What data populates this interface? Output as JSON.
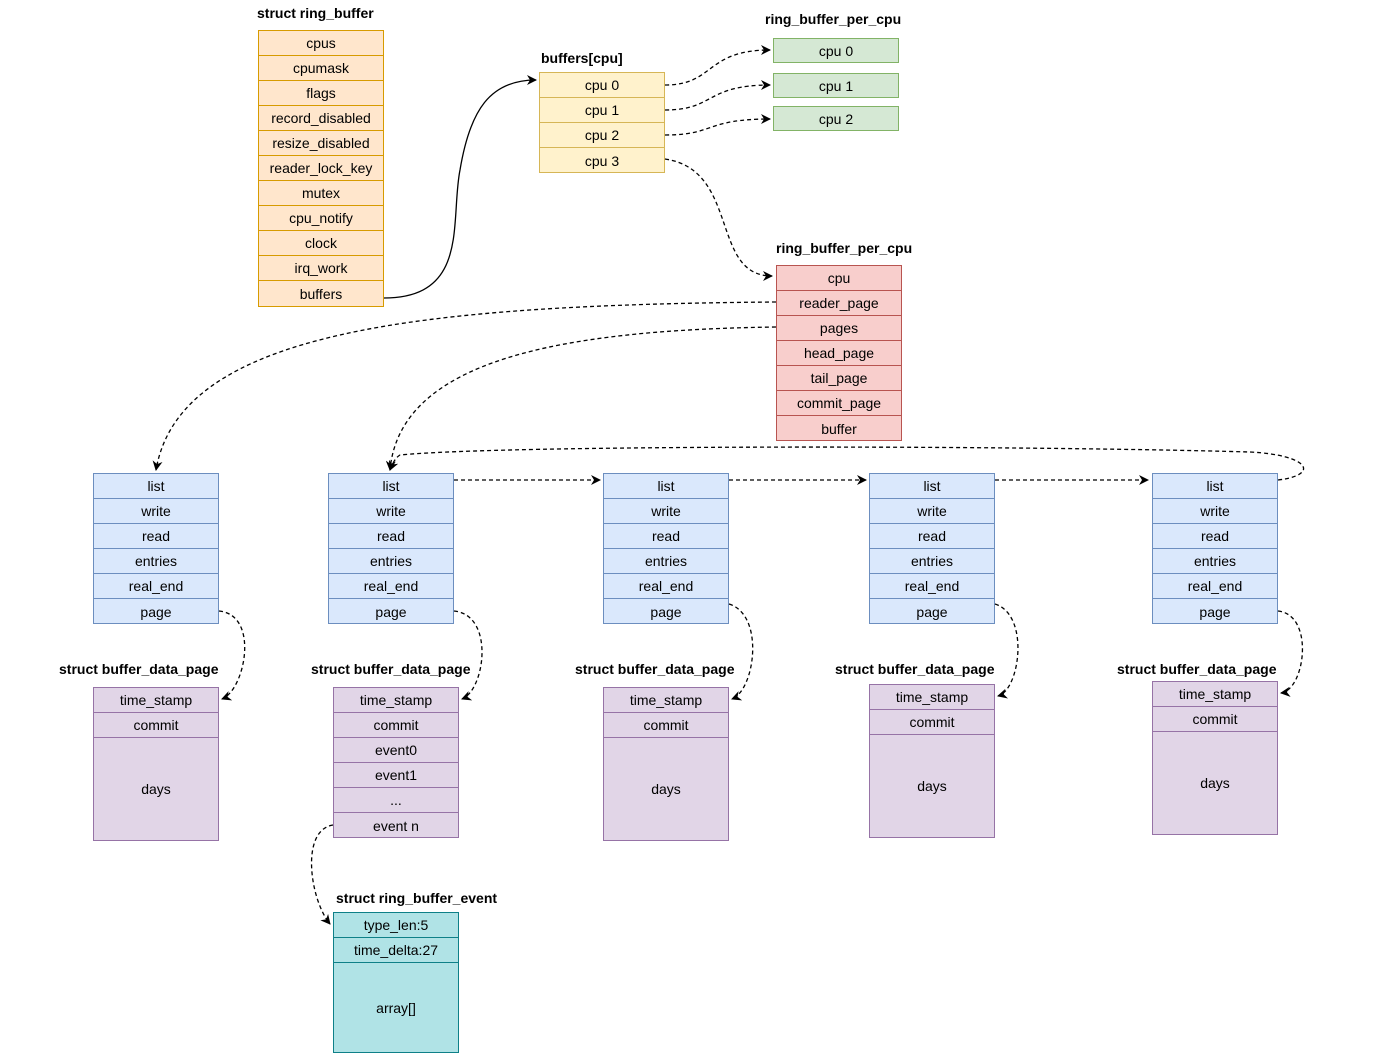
{
  "ring_buffer": {
    "title": "struct ring_buffer",
    "fields": [
      "cpus",
      "cpumask",
      "flags",
      "record_disabled",
      "resize_disabled",
      "reader_lock_key",
      "mutex",
      "cpu_notify",
      "clock",
      "irq_work",
      "buffers"
    ]
  },
  "buffers_array": {
    "title": "buffers[cpu]",
    "fields": [
      "cpu 0",
      "cpu 1",
      "cpu 2",
      "cpu 3"
    ]
  },
  "per_cpu_small": {
    "title": "ring_buffer_per_cpu",
    "fields": [
      "cpu 0",
      "cpu 1",
      "cpu 2"
    ]
  },
  "per_cpu": {
    "title": "ring_buffer_per_cpu",
    "fields": [
      "cpu",
      "reader_page",
      "pages",
      "head_page",
      "tail_page",
      "commit_page",
      "buffer"
    ]
  },
  "buffer_page": {
    "fields": [
      "list",
      "write",
      "read",
      "entries",
      "real_end",
      "page"
    ]
  },
  "data_page": {
    "title": "struct buffer_data_page",
    "fields": [
      "time_stamp",
      "commit"
    ],
    "body": "days",
    "events": [
      "event0",
      "event1",
      "...",
      "event n"
    ]
  },
  "event": {
    "title": "struct ring_buffer_event",
    "fields": [
      "type_len:5",
      "time_delta:27"
    ],
    "body": "array[]"
  },
  "colors": {
    "ring_buffer_fill": "#ffe6cc",
    "ring_buffer_stroke": "#d79b00",
    "buffers_fill": "#fff2cc",
    "buffers_stroke": "#d6b656",
    "per_cpu_small_fill": "#d5e8d4",
    "per_cpu_small_stroke": "#82b366",
    "per_cpu_fill": "#f8cecc",
    "per_cpu_stroke": "#b85450",
    "buffer_page_fill": "#dae8fc",
    "buffer_page_stroke": "#6c8ebf",
    "data_page_fill": "#e1d5e7",
    "data_page_stroke": "#9673a6",
    "event_fill": "#b0e3e6",
    "event_stroke": "#0e8088"
  }
}
